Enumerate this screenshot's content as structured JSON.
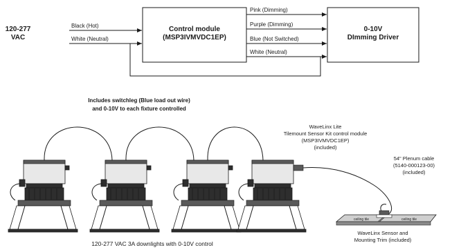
{
  "supply": {
    "line1": "120-277",
    "line2": "VAC"
  },
  "wires_in": {
    "hot": "Black (Hot)",
    "neutral": "White (Neutral)"
  },
  "control_module": {
    "title": "Control module",
    "model": "(MSP3IVMVDC1EP)"
  },
  "wires_out": {
    "pink": "Pink (Dimming)",
    "purple": "Purple (Dimming)",
    "blue": "Blue (Not Switched)",
    "neutral": "White (Neutral)"
  },
  "driver": {
    "line1": "0-10V",
    "line2": "DImming Driver"
  },
  "note": {
    "line1": "Includes switchleg (Blue load out wire)",
    "line2": "and 0-10V to each fixture controlled"
  },
  "module_callout": {
    "line1": "WaveLinx Lite",
    "line2": "Tilemount Sensor Kit control module",
    "line3": "(MSP3IVMVDC1EP)",
    "line4": "(included)"
  },
  "cable_callout": {
    "line1": "54\" Plenum cable",
    "line2": "(5140-000123-00)",
    "line3": "(included)"
  },
  "tile_labels": {
    "left": "ceiling tile",
    "right": "ceiling tile"
  },
  "sensor_callout": {
    "line1": "WaveLinx Sensor and",
    "line2": "Mounting Trim (included)"
  },
  "downlights_caption": "120-277 VAC 3A downlights with 0-10V control"
}
